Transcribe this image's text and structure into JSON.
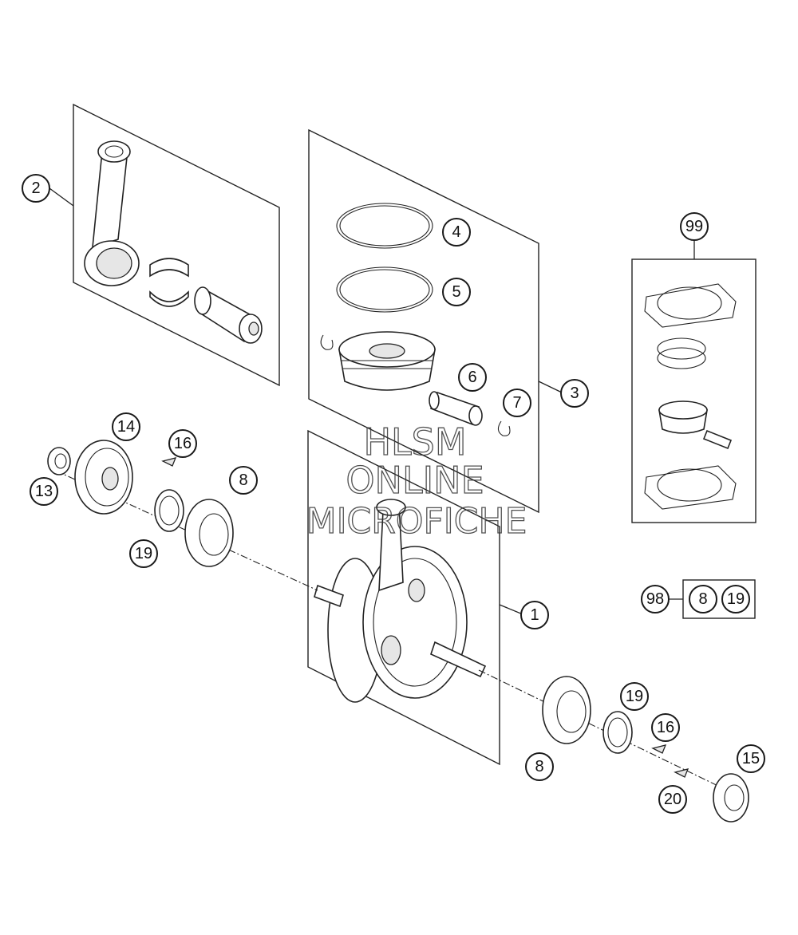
{
  "callouts": {
    "c1": "1",
    "c2": "2",
    "c3": "3",
    "c4": "4",
    "c5": "5",
    "c6": "6",
    "c7": "7",
    "c8a": "8",
    "c8b": "8",
    "c13": "13",
    "c14": "14",
    "c15": "15",
    "c16a": "16",
    "c16b": "16",
    "c19a": "19",
    "c19b": "19",
    "c20": "20",
    "c98": "98",
    "c98_8": "8",
    "c98_19": "19",
    "c99": "99"
  },
  "watermark": {
    "line1": "HLSM",
    "line2": "ONLINE",
    "line3": "MICROFICHE"
  },
  "colors": {
    "line": "#222222",
    "background": "#ffffff"
  }
}
